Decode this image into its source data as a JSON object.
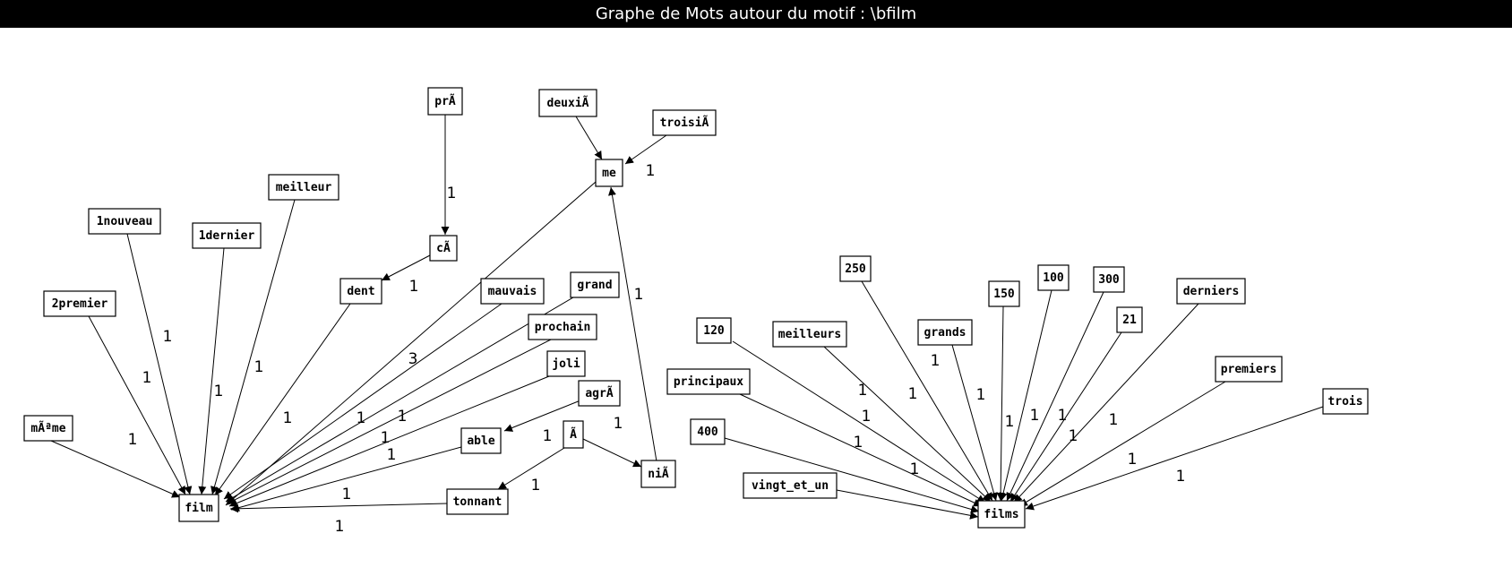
{
  "window": {
    "title": "Graphe de Mots autour du motif : \\bfilm"
  },
  "colors": {
    "background": "#ffffff",
    "titlebar": "#000000",
    "titletext": "#ffffff",
    "line": "#000000"
  },
  "nodes": [
    {
      "id": "prA",
      "label": "prÃ"
    },
    {
      "id": "deuxiA",
      "label": "deuxiÃ"
    },
    {
      "id": "troisiA",
      "label": "troisiÃ"
    },
    {
      "id": "me",
      "label": "me"
    },
    {
      "id": "meilleur",
      "label": "meilleur"
    },
    {
      "id": "1nouveau",
      "label": "1nouveau"
    },
    {
      "id": "1dernier",
      "label": "1dernier"
    },
    {
      "id": "cA",
      "label": "cÃ"
    },
    {
      "id": "2premier",
      "label": "2premier"
    },
    {
      "id": "dent",
      "label": "dent"
    },
    {
      "id": "mauvais",
      "label": "mauvais"
    },
    {
      "id": "grand",
      "label": "grand"
    },
    {
      "id": "prochain",
      "label": "prochain"
    },
    {
      "id": "joli",
      "label": "joli"
    },
    {
      "id": "agrA",
      "label": "agrÃ"
    },
    {
      "id": "mAme",
      "label": "mÃªme"
    },
    {
      "id": "able",
      "label": "able"
    },
    {
      "id": "A",
      "label": "Ã"
    },
    {
      "id": "niA",
      "label": "niÃ"
    },
    {
      "id": "tonnant",
      "label": "tonnant"
    },
    {
      "id": "film",
      "label": "film"
    },
    {
      "id": "250",
      "label": "250"
    },
    {
      "id": "100",
      "label": "100"
    },
    {
      "id": "300",
      "label": "300"
    },
    {
      "id": "150",
      "label": "150"
    },
    {
      "id": "derniers",
      "label": "derniers"
    },
    {
      "id": "21",
      "label": "21"
    },
    {
      "id": "120",
      "label": "120"
    },
    {
      "id": "meilleurs",
      "label": "meilleurs"
    },
    {
      "id": "grands",
      "label": "grands"
    },
    {
      "id": "premiers",
      "label": "premiers"
    },
    {
      "id": "principaux",
      "label": "principaux"
    },
    {
      "id": "trois",
      "label": "trois"
    },
    {
      "id": "400",
      "label": "400"
    },
    {
      "id": "vingt_et_un",
      "label": "vingt_et_un"
    },
    {
      "id": "films",
      "label": "films"
    }
  ],
  "edges": [
    {
      "from": "prA",
      "to": "cA",
      "weight": "1"
    },
    {
      "from": "cA",
      "to": "dent",
      "weight": "1"
    },
    {
      "from": "deuxiA",
      "to": "me",
      "weight": ""
    },
    {
      "from": "troisiA",
      "to": "me",
      "weight": "1"
    },
    {
      "from": "niA",
      "to": "me",
      "weight": "1"
    },
    {
      "from": "A",
      "to": "niA",
      "weight": "1"
    },
    {
      "from": "A",
      "to": "tonnant",
      "weight": "1"
    },
    {
      "from": "me",
      "to": "film",
      "weight": "3"
    },
    {
      "from": "meilleur",
      "to": "film",
      "weight": "1"
    },
    {
      "from": "1nouveau",
      "to": "film",
      "weight": "1"
    },
    {
      "from": "1dernier",
      "to": "film",
      "weight": "1"
    },
    {
      "from": "2premier",
      "to": "film",
      "weight": "1"
    },
    {
      "from": "mAme",
      "to": "film",
      "weight": "1"
    },
    {
      "from": "dent",
      "to": "film",
      "weight": "1"
    },
    {
      "from": "mauvais",
      "to": "film",
      "weight": ""
    },
    {
      "from": "grand",
      "to": "film",
      "weight": "1"
    },
    {
      "from": "prochain",
      "to": "film",
      "weight": "1"
    },
    {
      "from": "joli",
      "to": "film",
      "weight": "1"
    },
    {
      "from": "agrA",
      "to": "able",
      "weight": "1"
    },
    {
      "from": "able",
      "to": "film",
      "weight": "1"
    },
    {
      "from": "tonnant",
      "to": "film",
      "weight": "1"
    },
    {
      "from": "250",
      "to": "films",
      "weight": "1"
    },
    {
      "from": "100",
      "to": "films",
      "weight": "1"
    },
    {
      "from": "300",
      "to": "films",
      "weight": "1"
    },
    {
      "from": "150",
      "to": "films",
      "weight": "1"
    },
    {
      "from": "derniers",
      "to": "films",
      "weight": "1"
    },
    {
      "from": "21",
      "to": "films",
      "weight": "1"
    },
    {
      "from": "120",
      "to": "films",
      "weight": "1"
    },
    {
      "from": "meilleurs",
      "to": "films",
      "weight": "1"
    },
    {
      "from": "grands",
      "to": "films",
      "weight": "1"
    },
    {
      "from": "premiers",
      "to": "films",
      "weight": "1"
    },
    {
      "from": "principaux",
      "to": "films",
      "weight": "1"
    },
    {
      "from": "trois",
      "to": "films",
      "weight": "1"
    },
    {
      "from": "400",
      "to": "films",
      "weight": "1"
    },
    {
      "from": "vingt_et_un",
      "to": "films",
      "weight": "1"
    }
  ],
  "extra_labels": [
    "1"
  ]
}
